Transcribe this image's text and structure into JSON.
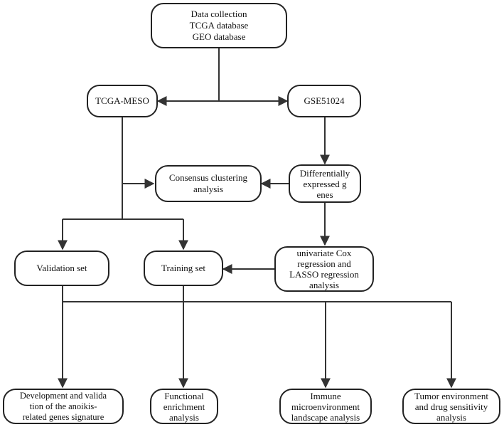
{
  "nodes": {
    "data_collection": "Data collection\nTCGA database\nGEO database",
    "tcga_meso": "TCGA-MESO",
    "gse51024": "GSE51024",
    "consensus": "Consensus clustering\nanalysis",
    "deg": "Differentially\nexpressed g\nenes",
    "cox_lasso": "univariate Cox\nregression and\nLASSO regression\nanalysis",
    "validation": "Validation set",
    "training": "Training set",
    "signature": "Development and valida\ntion of the anoikis-\nrelated genes signature",
    "functional": "Functional\nenrichment\nanalysis",
    "immune": "Immune\nmicroenvironment\nlandscape analysis",
    "tumor": "Tumor environment\nand drug sensitivity\nanalysis"
  }
}
